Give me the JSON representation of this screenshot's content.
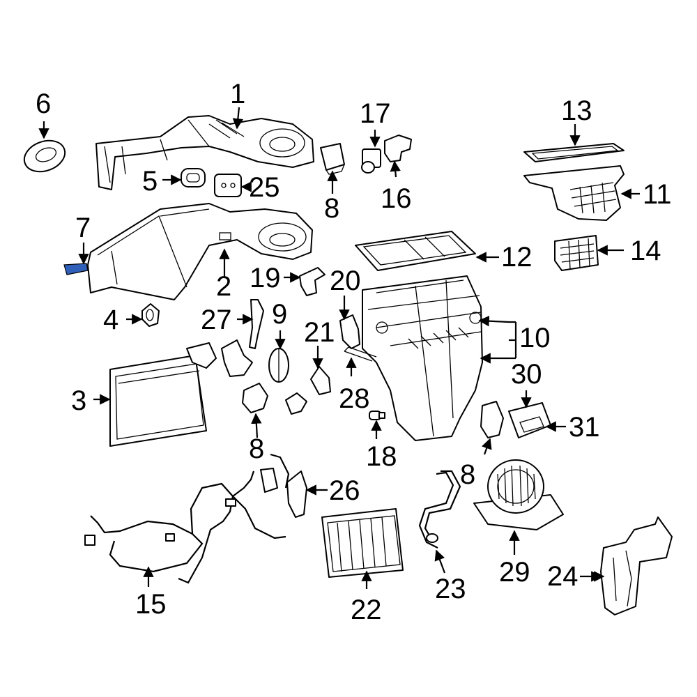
{
  "diagram": {
    "highlight_color": "#2f5fb8",
    "line_color": "#000000",
    "background": "#ffffff",
    "highlighted_part": "7",
    "callouts": {
      "c1": "1",
      "c2": "2",
      "c3": "3",
      "c4": "4",
      "c5": "5",
      "c6": "6",
      "c7": "7",
      "c8a": "8",
      "c8b": "8",
      "c8c": "8",
      "c9": "9",
      "c10": "10",
      "c11": "11",
      "c12": "12",
      "c13": "13",
      "c14": "14",
      "c15": "15",
      "c16": "16",
      "c17": "17",
      "c18": "18",
      "c19": "19",
      "c20": "20",
      "c21": "21",
      "c22": "22",
      "c23": "23",
      "c24": "24",
      "c25": "25",
      "c26": "26",
      "c27": "27",
      "c28": "28",
      "c29": "29",
      "c30": "30",
      "c31": "31"
    }
  }
}
